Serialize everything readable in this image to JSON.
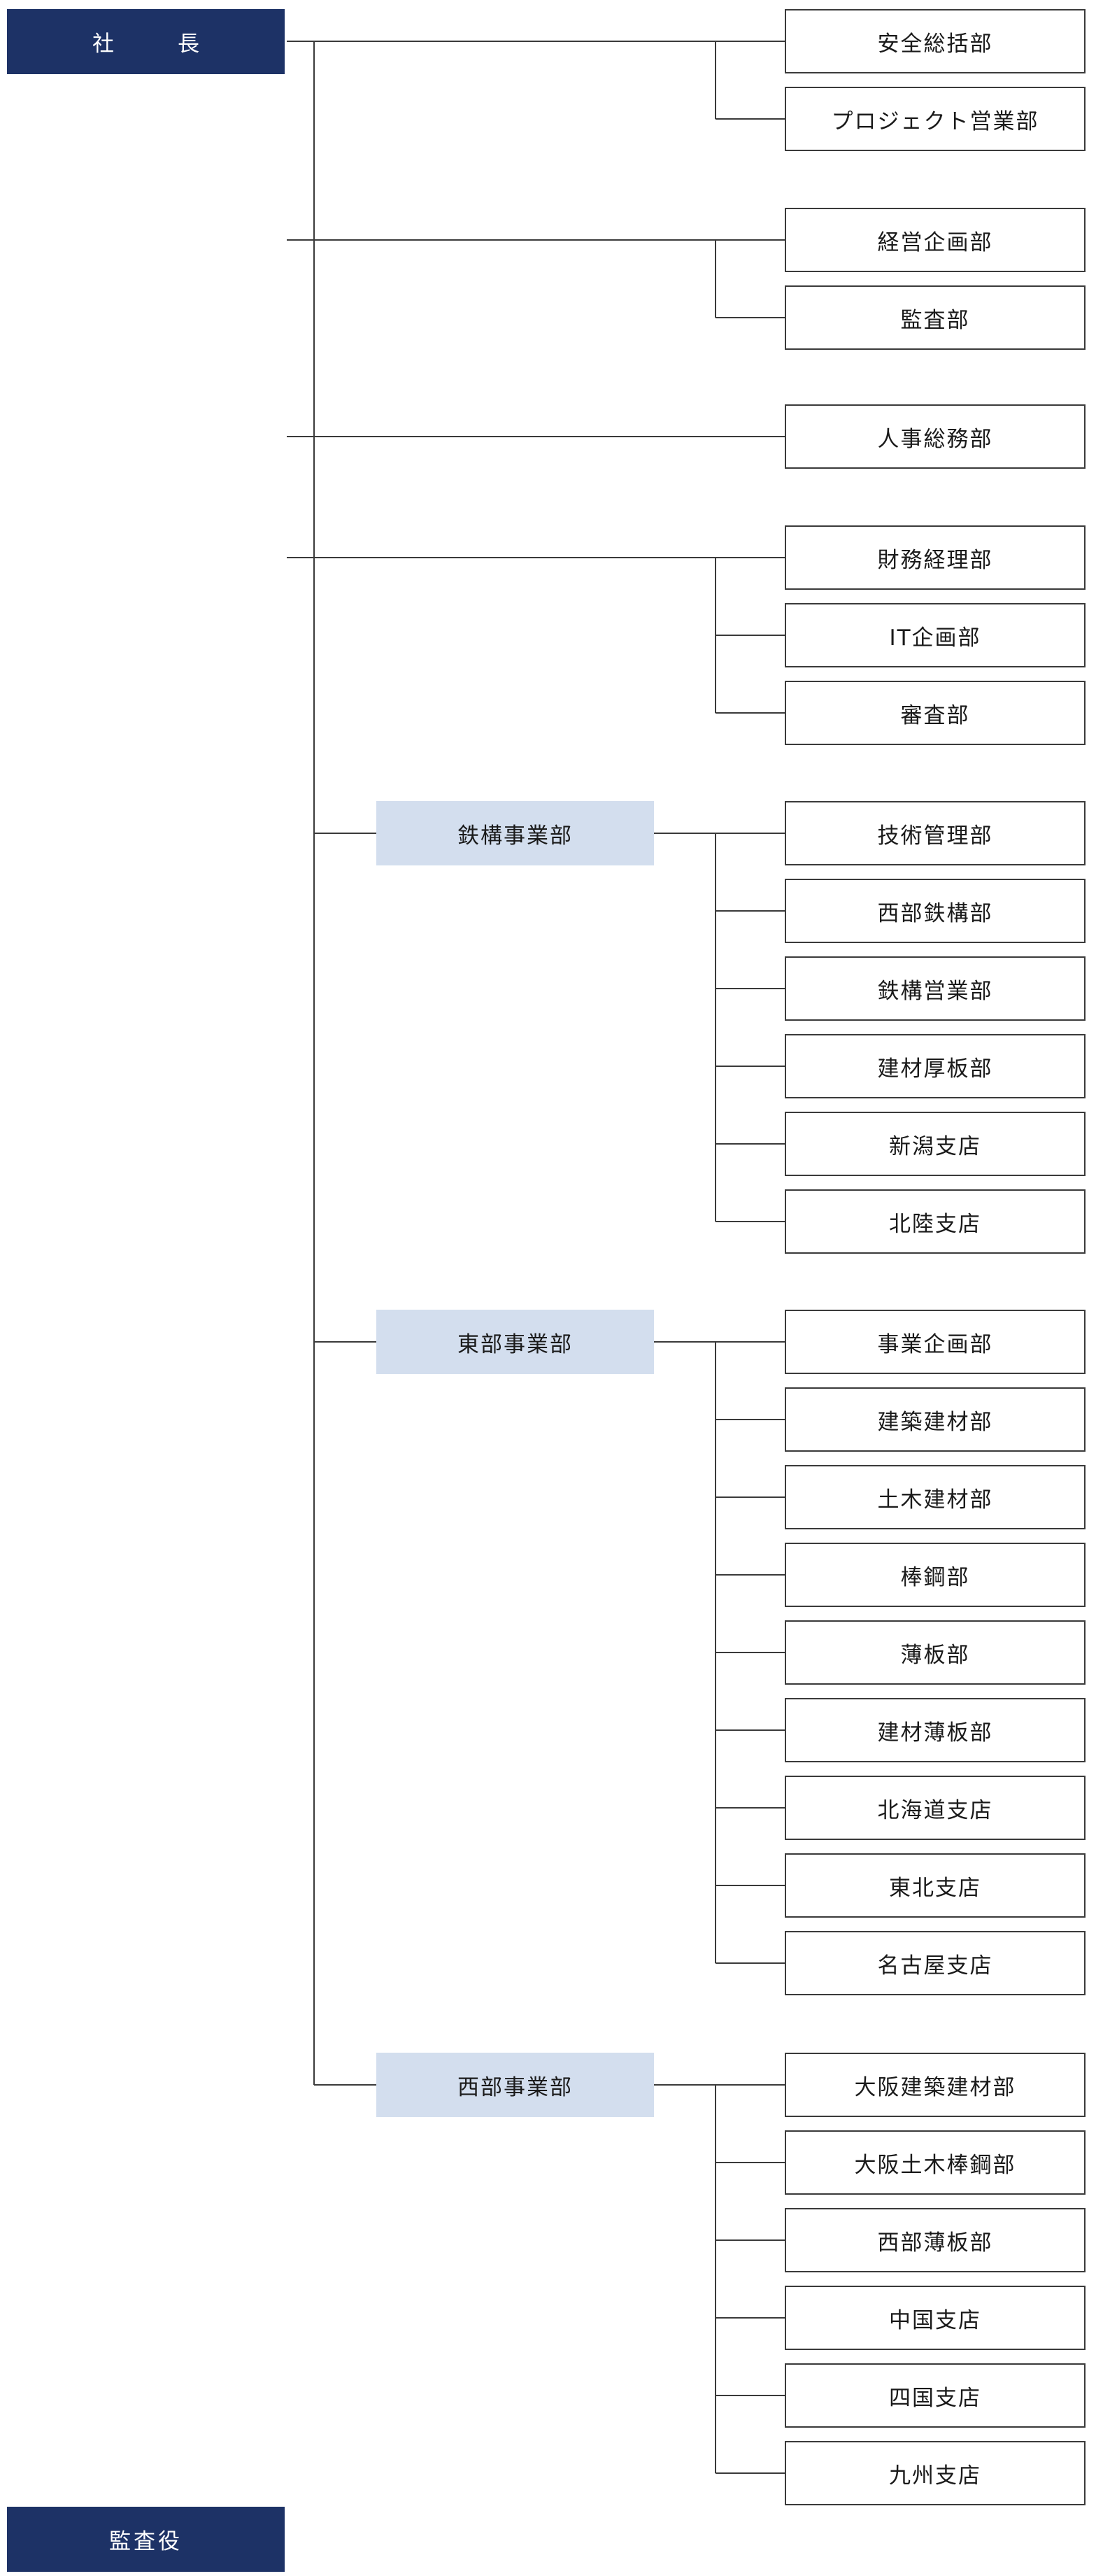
{
  "president": "社　長",
  "auditor": "監査役",
  "groups": [
    {
      "type": "direct",
      "departments": [
        "安全総括部",
        "プロジェクト営業部"
      ]
    },
    {
      "type": "direct",
      "departments": [
        "経営企画部",
        "監査部"
      ]
    },
    {
      "type": "direct",
      "departments": [
        "人事総務部"
      ]
    },
    {
      "type": "direct",
      "departments": [
        "財務経理部",
        "IT企画部",
        "審査部"
      ]
    },
    {
      "type": "division",
      "name": "鉄構事業部",
      "departments": [
        "技術管理部",
        "西部鉄構部",
        "鉄構営業部",
        "建材厚板部",
        "新潟支店",
        "北陸支店"
      ]
    },
    {
      "type": "division",
      "name": "東部事業部",
      "departments": [
        "事業企画部",
        "建築建材部",
        "土木建材部",
        "棒鋼部",
        "薄板部",
        "建材薄板部",
        "北海道支店",
        "東北支店",
        "名古屋支店"
      ]
    },
    {
      "type": "division",
      "name": "西部事業部",
      "departments": [
        "大阪建築建材部",
        "大阪土木棒鋼部",
        "西部薄板部",
        "中国支店",
        "四国支店",
        "九州支店"
      ]
    }
  ],
  "colors": {
    "head": "#1d3266",
    "division": "#d3deee",
    "line": "#3a3a3a"
  }
}
